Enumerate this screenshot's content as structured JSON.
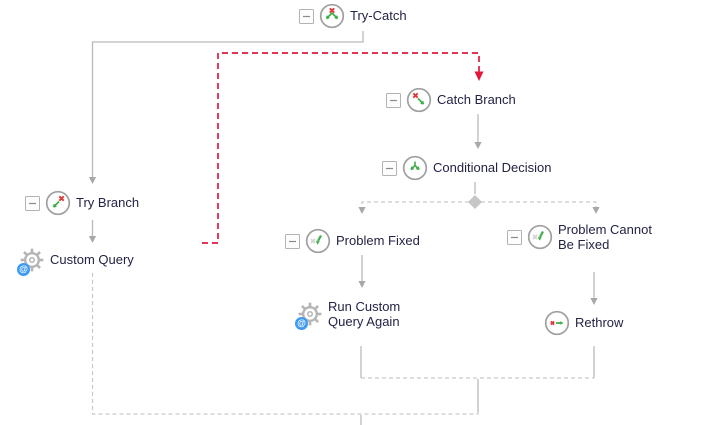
{
  "nodes": {
    "try_catch": {
      "label": "Try-Catch"
    },
    "catch_branch": {
      "label": "Catch Branch"
    },
    "conditional_decision": {
      "label": "Conditional Decision"
    },
    "try_branch": {
      "label": "Try Branch"
    },
    "custom_query": {
      "label": "Custom Query"
    },
    "problem_fixed": {
      "label": "Problem Fixed"
    },
    "problem_cannot_be_fixed": {
      "label": "Problem Cannot Be Fixed"
    },
    "run_custom_query_again": {
      "label": "Run Custom Query Again"
    },
    "rethrow": {
      "label": "Rethrow"
    }
  },
  "icons": {
    "at_badge": "@"
  },
  "colors": {
    "error_flow_red": "#e3173d",
    "icon_green": "#3fae49",
    "icon_red": "#e03a3a",
    "connector_gray": "#b9b9b9",
    "dashed_gray": "#c9c9c9",
    "label_text": "#232346"
  }
}
